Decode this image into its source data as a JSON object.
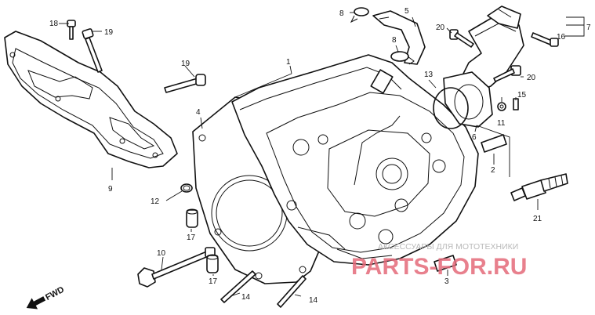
{
  "callouts": {
    "c1": "1",
    "c2": "2",
    "c3": "3",
    "c4": "4",
    "c5": "5",
    "c6": "6",
    "c7": "7",
    "c8a": "8",
    "c8b": "8",
    "c9": "9",
    "c10": "10",
    "c11": "11",
    "c12": "12",
    "c13": "13",
    "c14a": "14",
    "c14b": "14",
    "c15": "15",
    "c16": "16",
    "c17a": "17",
    "c17b": "17",
    "c18": "18",
    "c19a": "19",
    "c19b": "19",
    "c20a": "20",
    "c20b": "20",
    "c21": "21"
  },
  "direction_label": "FWD",
  "watermark": {
    "subtitle": "АКСЕССУАРЫ ДЛЯ МОТОТЕХНИКИ",
    "brand": "PARTS-FOR.RU"
  }
}
